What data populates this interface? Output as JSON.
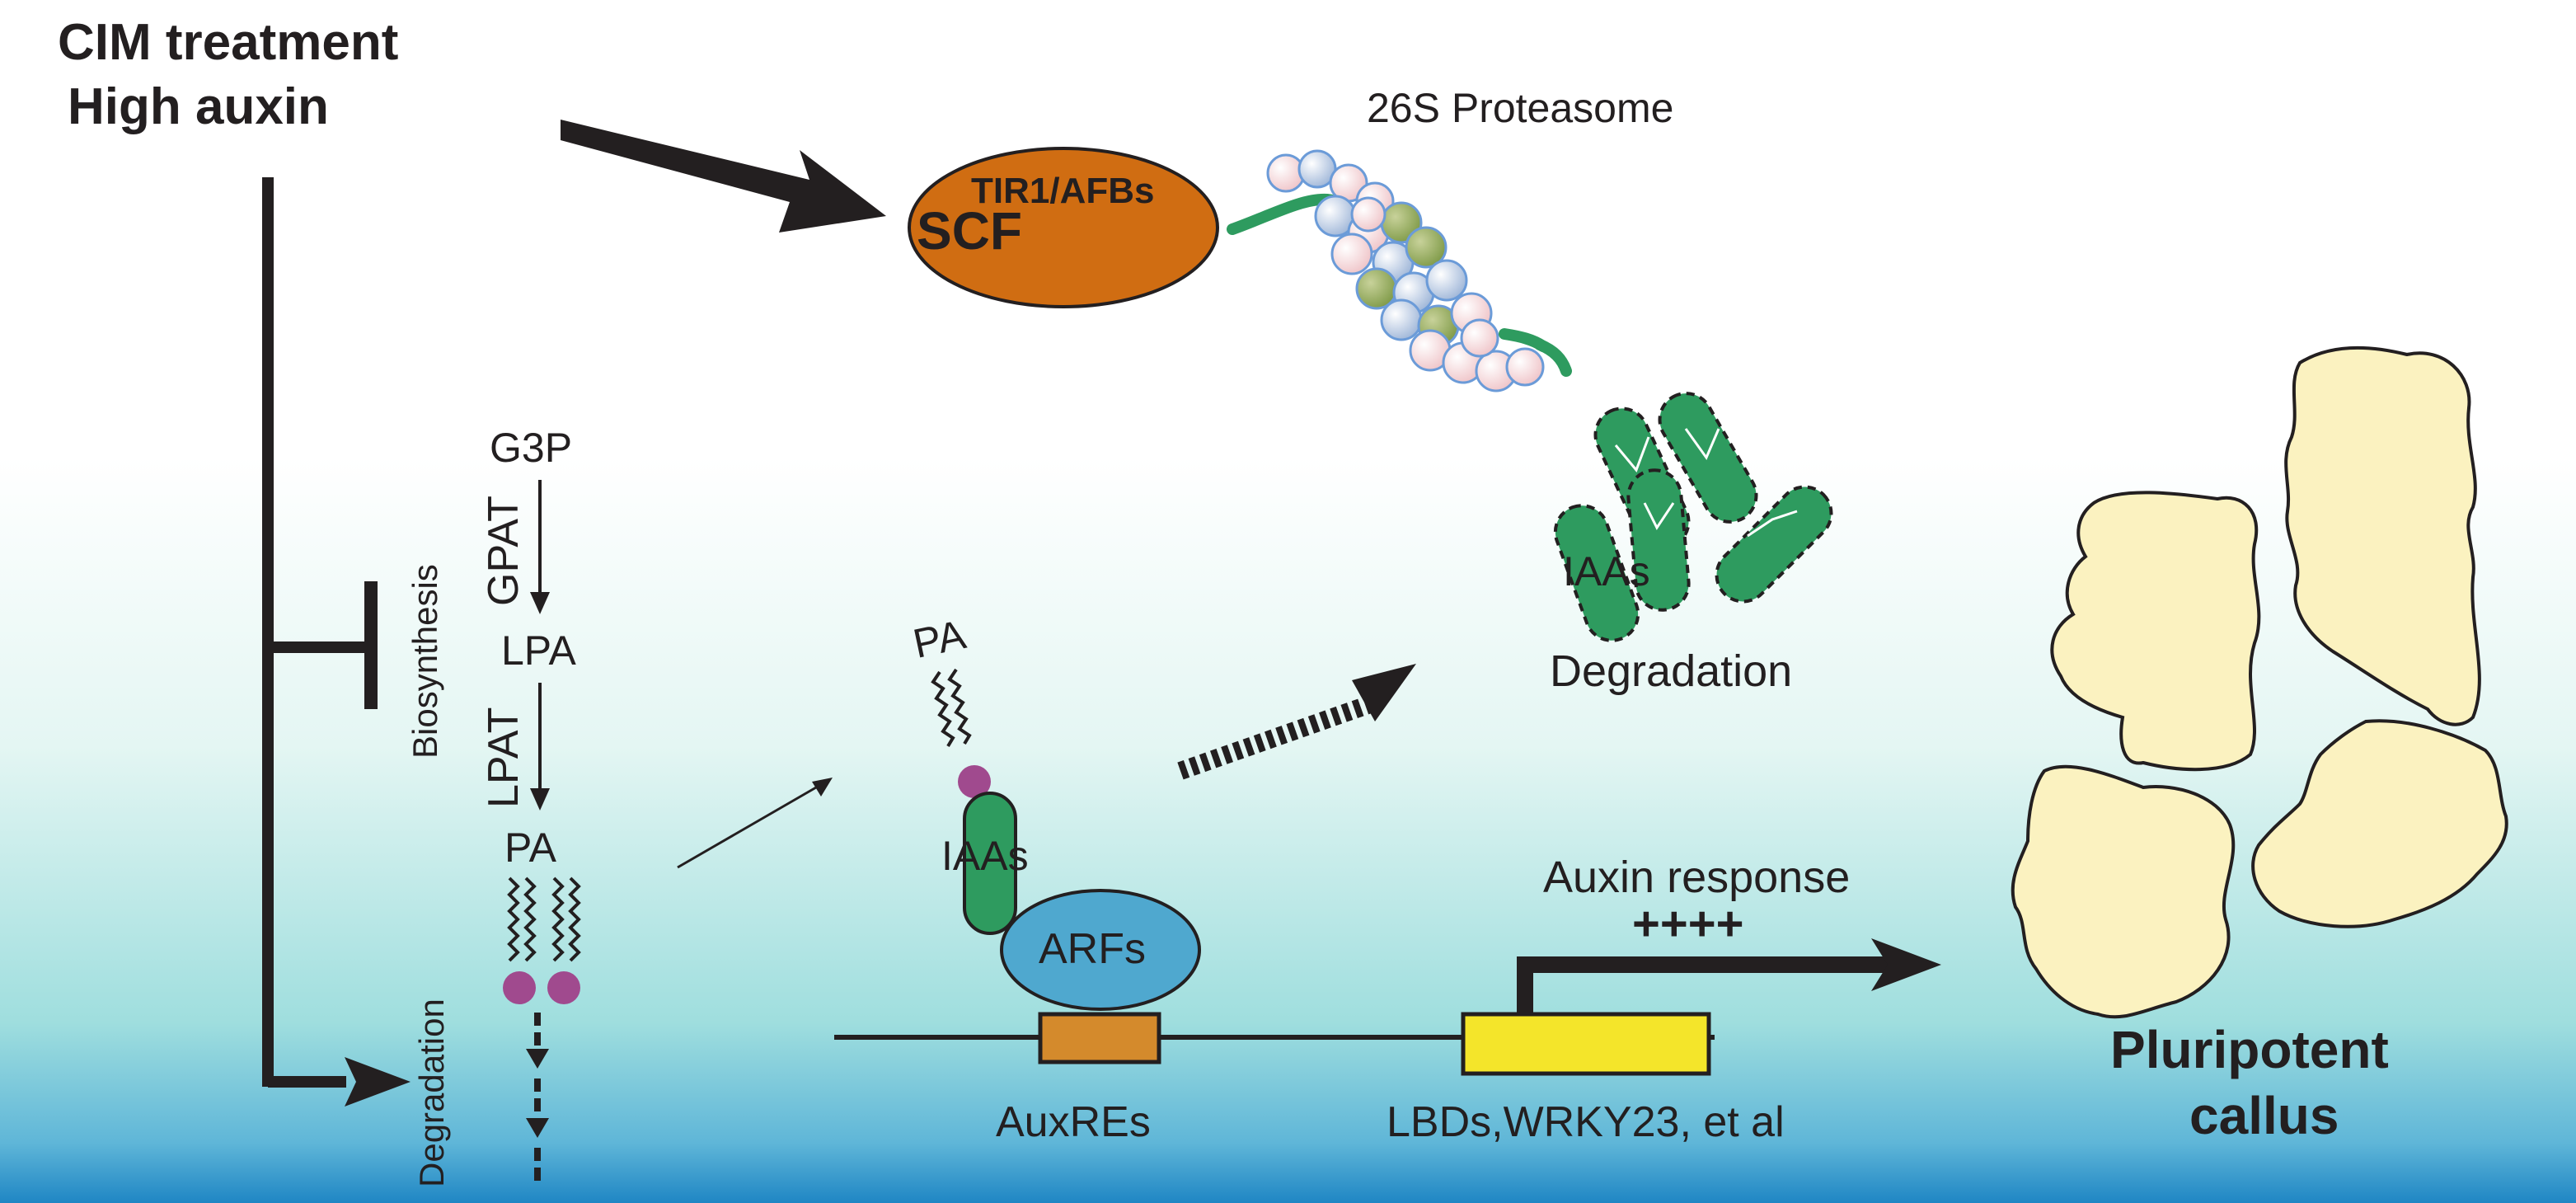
{
  "header": {
    "line1": "CIM treatment",
    "line2": "High auxin"
  },
  "labels": {
    "proteasome": "26S Proteasome",
    "tir1": "TIR1/AFBs",
    "scf": "SCF",
    "g3p": "G3P",
    "gpat": "GPAT",
    "lpa": "LPA",
    "lpat": "LPAT",
    "pa_left": "PA",
    "pa_mid": "PA",
    "biosynthesis": "Biosynthesis",
    "degradation_side": "Degradation",
    "iaas_cluster": "IAAs",
    "degradation_main": "Degradation",
    "iaas_bound": "IAAs",
    "arfs": "ARFs",
    "auxres": "AuxREs",
    "targets": "LBDs,WRKY23, et al",
    "auxin_response": "Auxin response",
    "plus": "++++",
    "callus_line1": "Pluripotent",
    "callus_line2": "callus"
  },
  "colors": {
    "scf": "#d06d12",
    "arfs": "#4fa8cf",
    "iaas": "#2e9b5f",
    "head": "#a04a8e",
    "auxre_box": "#d48a2c",
    "gene_box": "#f4e52a",
    "callus": "#fbf2c0",
    "bg_top": "#ffffff",
    "bg_bottom": "#1f86c4"
  }
}
